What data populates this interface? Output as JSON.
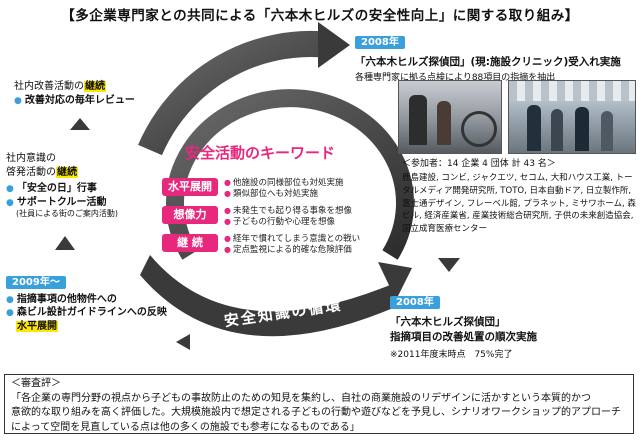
{
  "title": "【多企業専門家との共同による「六本木ヒルズの安全性向上」に関する取り組み】",
  "top_right": {
    "year": "2008年",
    "heading": "「六本木ヒルズ探偵団」(現:施設クリニック)受入れ実施",
    "sub": "各種専門家に拠る点検により88項目の指摘を抽出"
  },
  "participants": {
    "header": "＜参加者：14 企業 4 団体 計 43 名＞",
    "body": "鹿島建設, コンビ, ジャクエツ, セコム, 大和ハウス工業, トータルメディア開発研究所, TOTO, 日本自動ドア, 日立製作所, 富士通デザイン, フレーベル館, プラネット, ミサワホーム, 森ビル, 経済産業省, 産業技術総合研究所, 子供の未来創造協会, 国立成育医療センター"
  },
  "bottom_right": {
    "year": "2008年",
    "heading1": "「六本木ヒルズ探偵団」",
    "heading2": "指摘項目の改善処置の順次実施",
    "note": "※2011年度末時点　75%完了"
  },
  "left_top": {
    "label_prefix": "社内改善活動の",
    "label_hl": "継続",
    "item": "改善対応の毎年レビュー"
  },
  "left_mid": {
    "label1": "社内意識の",
    "label2_prefix": "啓発活動の",
    "label2_hl": "継続",
    "item1": "「安全の日」行事",
    "item2": "サポートクルー活動",
    "item2_sub": "(社員による街のご案内活動)"
  },
  "left_bottom": {
    "year": "2009年〜",
    "item1": "指摘事項の他物件への",
    "item2": "森ビル設計ガイドラインへの反映",
    "hl": "水平展開"
  },
  "center": {
    "heading": "安全活動のキーワード",
    "circle_label": "安全知識の循環",
    "keywords": [
      {
        "label": "水平展開",
        "items": [
          "他施設の同様部位も対処実施",
          "類似部位へも対処実施"
        ]
      },
      {
        "label": "想像力",
        "items": [
          "未発生でも起り得る事象を想像",
          "子どもの行動や心理を想像"
        ]
      },
      {
        "label": "継 続",
        "items": [
          "経年で慣れてしまう意識との戦い",
          "定点監視による的確な危険評価"
        ]
      }
    ]
  },
  "review": {
    "header": "＜審査評＞",
    "line1": "「各企業の専門分野の視点から子どもの事故防止のための知見を集約し、自社の商業施設のリデザインに活かすという本質的かつ",
    "line2": "意欲的な取り組みを高く評価した。大規模施設内で想定される子どもの行動や遊びなどを予見し、シナリオワークショップ的アプローチ",
    "line3": "によって空間を見直している点は他の多くの施設でも参考になるものである」"
  },
  "colors": {
    "accent": "#3aa0dc",
    "pink": "#e8287c",
    "highlight": "#ffe800",
    "ring": "#3f3f3f"
  }
}
